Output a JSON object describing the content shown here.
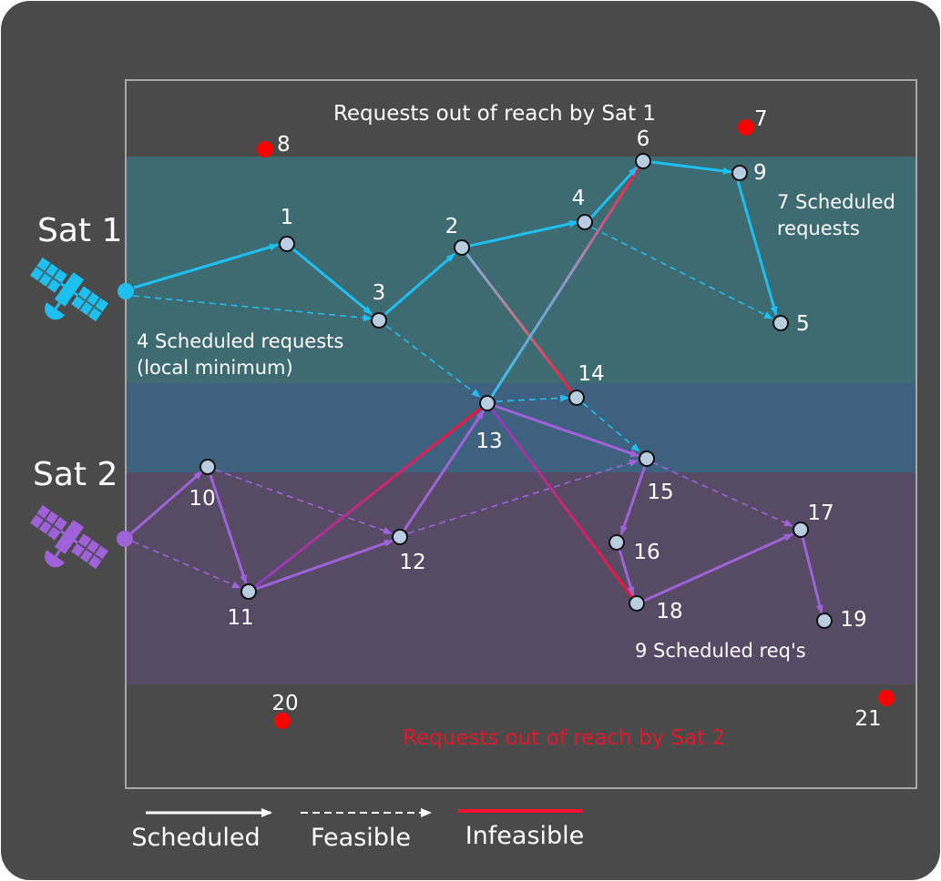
{
  "labels": {
    "sat1": "Sat 1",
    "sat2": "Sat 2",
    "top_note": "Requests out of reach by Sat 1",
    "bottom_note": "Requests out of reach by Sat 2",
    "sat1_local": "4 Scheduled requests",
    "sat1_local_2": "(local minimum)",
    "sat1_best": "7 Scheduled",
    "sat1_best_2": "requests",
    "sat2_best": "9 Scheduled req's"
  },
  "legend": {
    "scheduled": "Scheduled",
    "feasible": "Feasible",
    "infeasible": "Infeasible"
  },
  "colors": {
    "background": "#4a4a4a",
    "sat1_band": "#3e6a72",
    "overlap_band": "#3f6180",
    "sat2_band": "#564a64",
    "sat1": "#1ec0f2",
    "sat2": "#a062d8",
    "infeasible": "#ff1030",
    "node": "#b8cee0",
    "out_of_reach": "#ff0000",
    "text": "#ffffff"
  },
  "requests": [
    {
      "id": "1"
    },
    {
      "id": "2"
    },
    {
      "id": "3"
    },
    {
      "id": "4"
    },
    {
      "id": "5"
    },
    {
      "id": "6"
    },
    {
      "id": "7"
    },
    {
      "id": "8"
    },
    {
      "id": "9"
    },
    {
      "id": "10"
    },
    {
      "id": "11"
    },
    {
      "id": "12"
    },
    {
      "id": "13"
    },
    {
      "id": "14"
    },
    {
      "id": "15"
    },
    {
      "id": "16"
    },
    {
      "id": "17"
    },
    {
      "id": "18"
    },
    {
      "id": "19"
    },
    {
      "id": "20"
    },
    {
      "id": "21"
    }
  ]
}
